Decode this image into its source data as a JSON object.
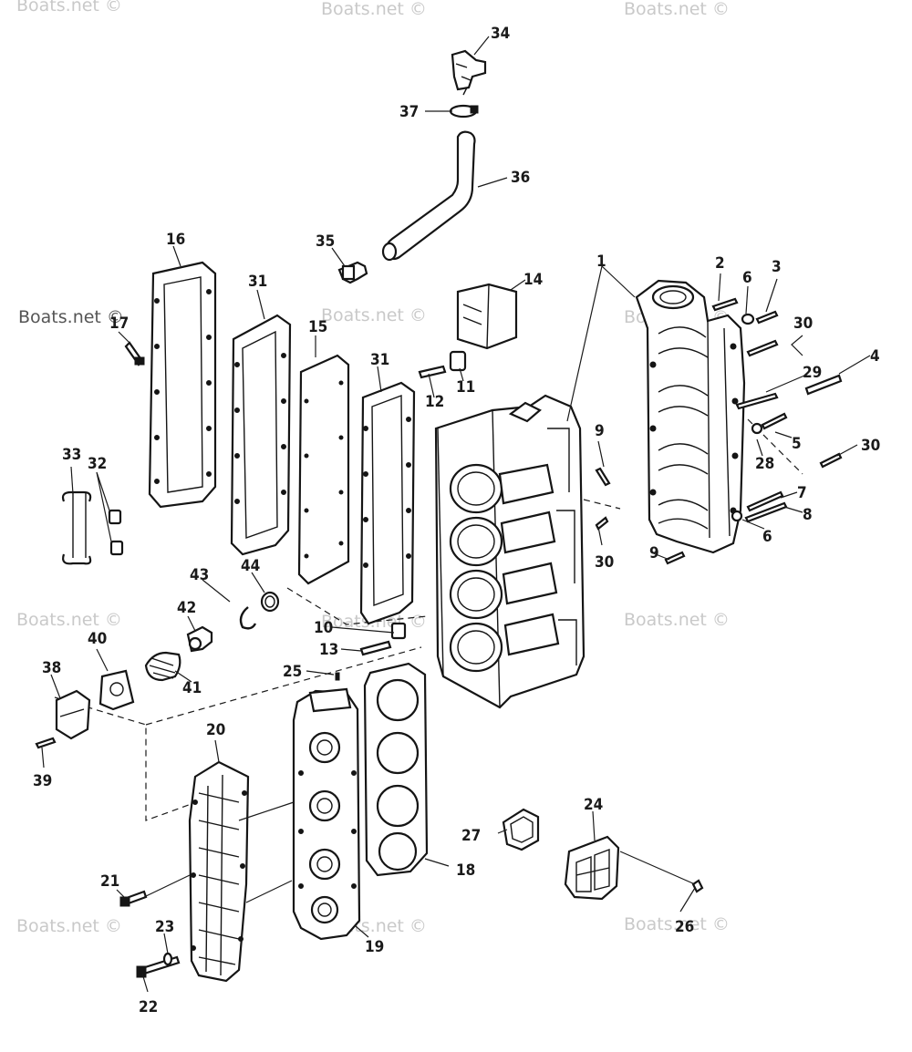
{
  "watermark": "Boats.net ©",
  "callouts": {
    "c1": "1",
    "c2": "2",
    "c3": "3",
    "c4": "4",
    "c5": "5",
    "c6a": "6",
    "c6b": "6",
    "c7": "7",
    "c8": "8",
    "c9a": "9",
    "c9b": "9",
    "c10": "10",
    "c11": "11",
    "c12": "12",
    "c13": "13",
    "c14": "14",
    "c15": "15",
    "c16": "16",
    "c17": "17",
    "c18": "18",
    "c19": "19",
    "c20": "20",
    "c21": "21",
    "c22": "22",
    "c23": "23",
    "c24": "24",
    "c25": "25",
    "c26": "26",
    "c27": "27",
    "c28": "28",
    "c29": "29",
    "c30a": "30",
    "c30b": "30",
    "c30c": "30",
    "c31a": "31",
    "c31b": "31",
    "c32": "32",
    "c33": "33",
    "c34": "34",
    "c35": "35",
    "c36": "36",
    "c37": "37",
    "c38": "38",
    "c39": "39",
    "c40": "40",
    "c41": "41",
    "c42": "42",
    "c43": "43",
    "c44": "44"
  }
}
